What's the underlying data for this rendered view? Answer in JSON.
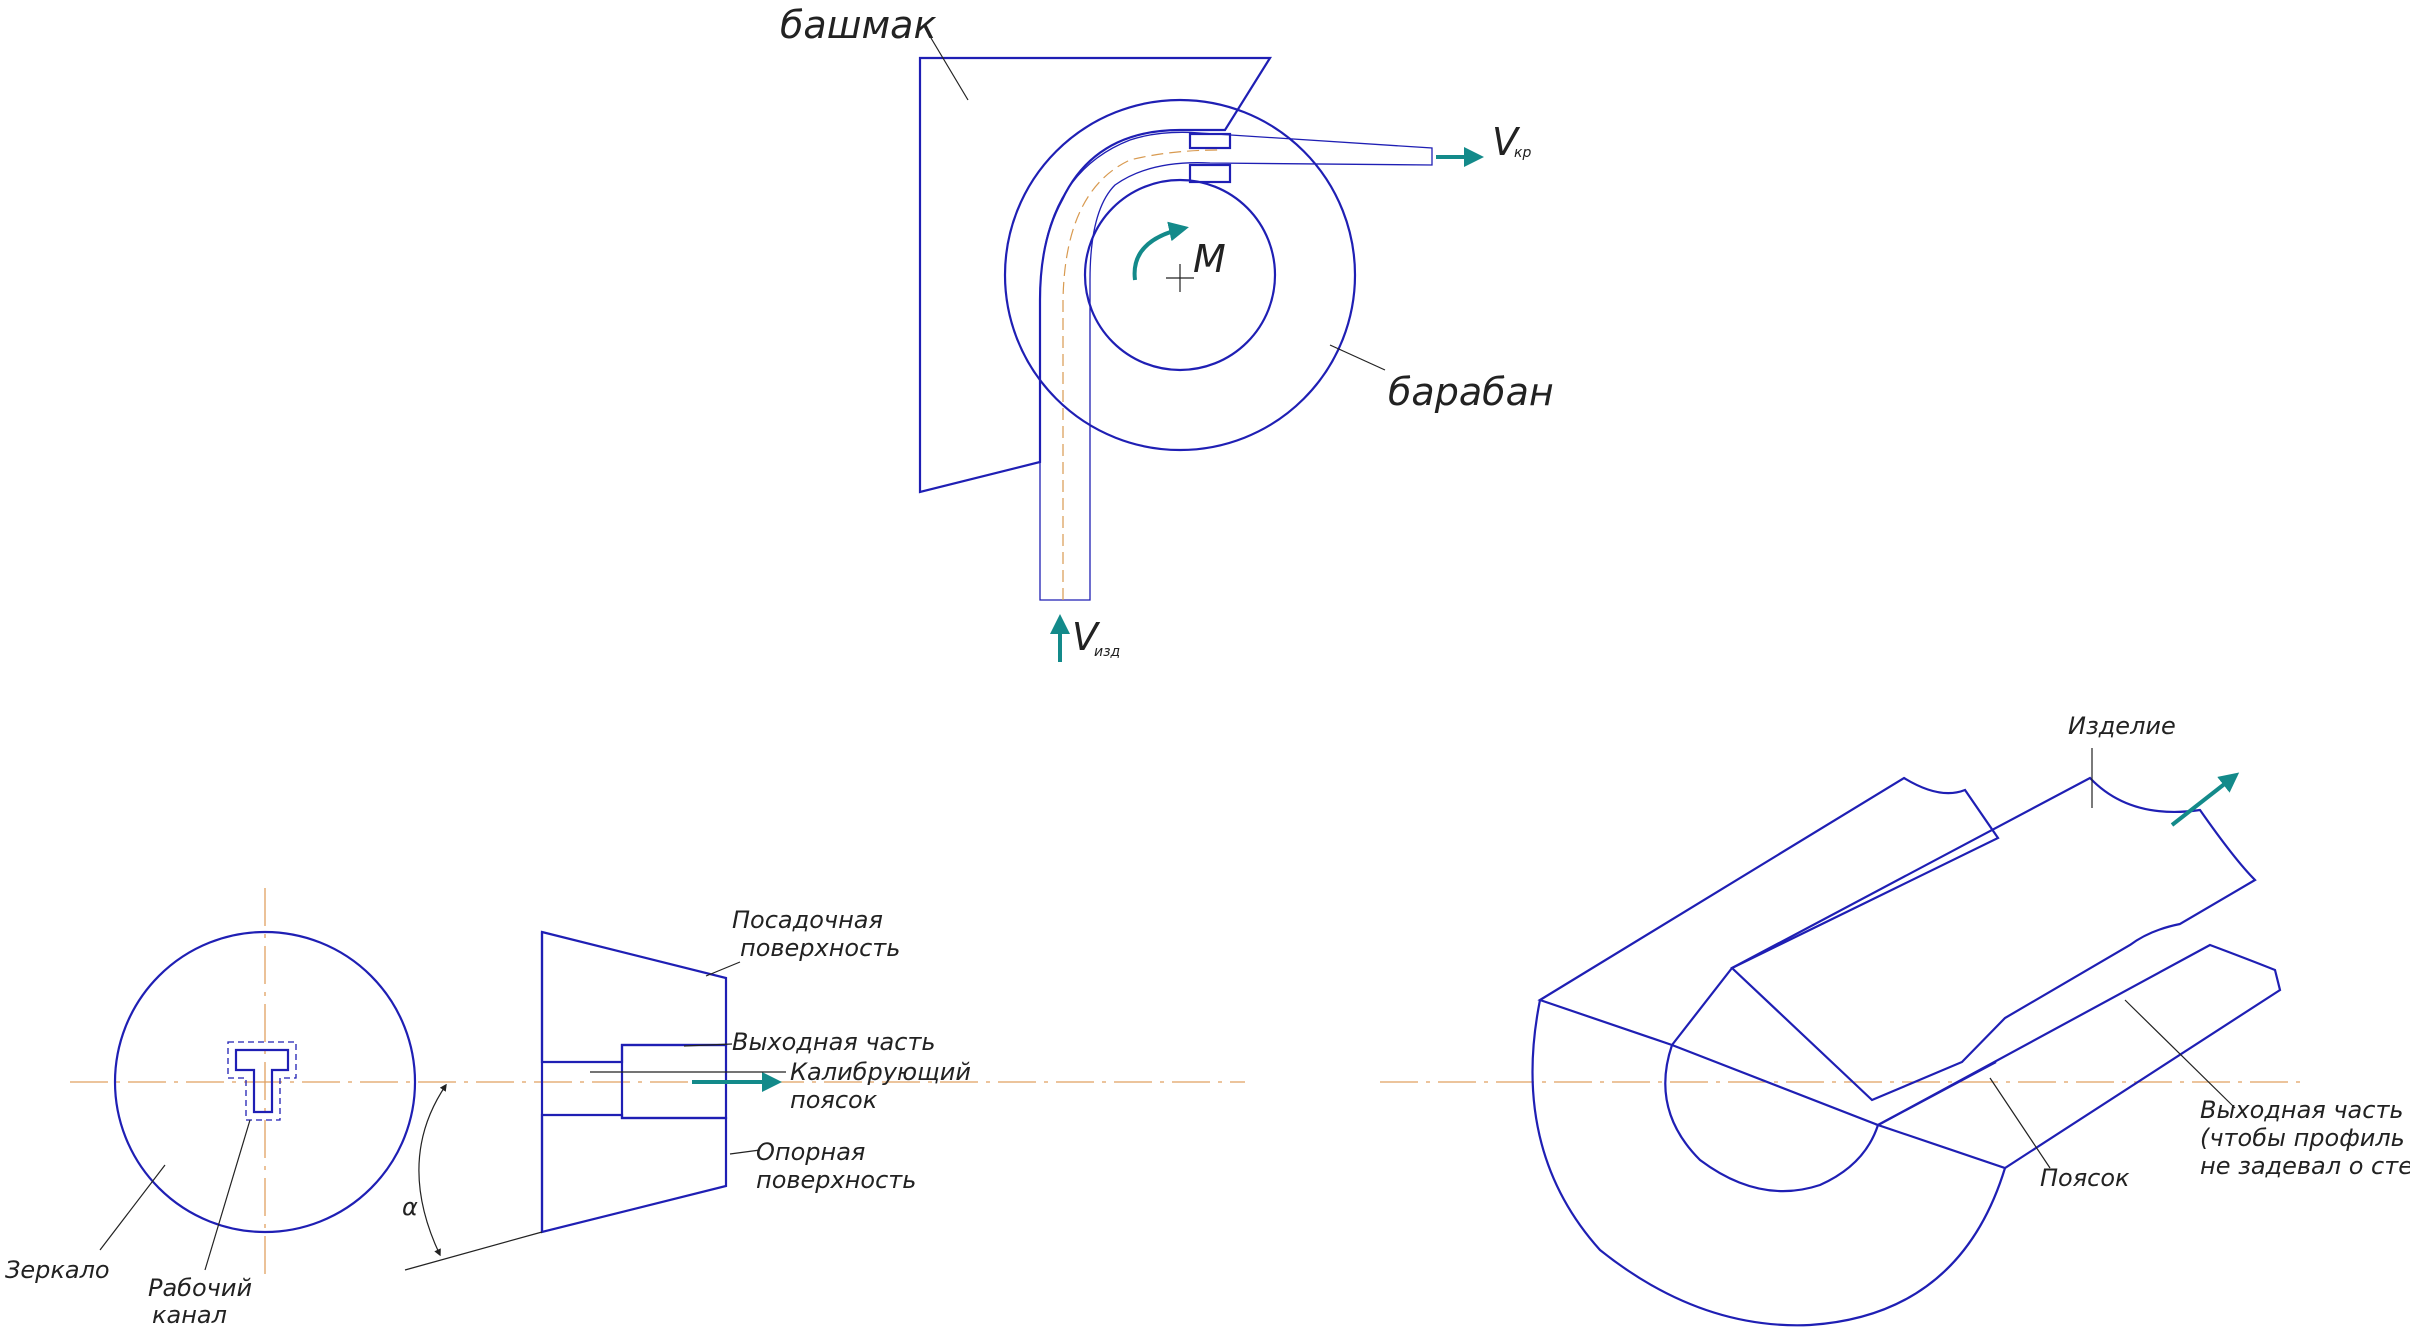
{
  "top": {
    "shoe": "башмак",
    "drum": "барабан",
    "torque": "М",
    "velocity_symbol": "V",
    "velocity_out_sub": "кр",
    "velocity_in_sub": "изд"
  },
  "left": {
    "mirror": "Зеркало",
    "channel_line1": "Рабочий",
    "channel_line2": "канал",
    "seat_line1": "Посадочная",
    "seat_line2": "поверхность",
    "exit_part": "Выходная часть",
    "calib_line1": "Калибрующий",
    "calib_line2": "поясок",
    "support_line1": "Опорная",
    "support_line2": "поверхность",
    "angle": "α"
  },
  "right": {
    "product": "Изделие",
    "exit_line1": "Выходная часть",
    "exit_line2": "(чтобы профиль",
    "exit_line3": "не задевал о стенки)",
    "land": "Поясок"
  },
  "colors": {
    "outline": "#1f1fb4",
    "axis": "#e0a060",
    "arrow": "#138a8a",
    "text": "#222222"
  }
}
